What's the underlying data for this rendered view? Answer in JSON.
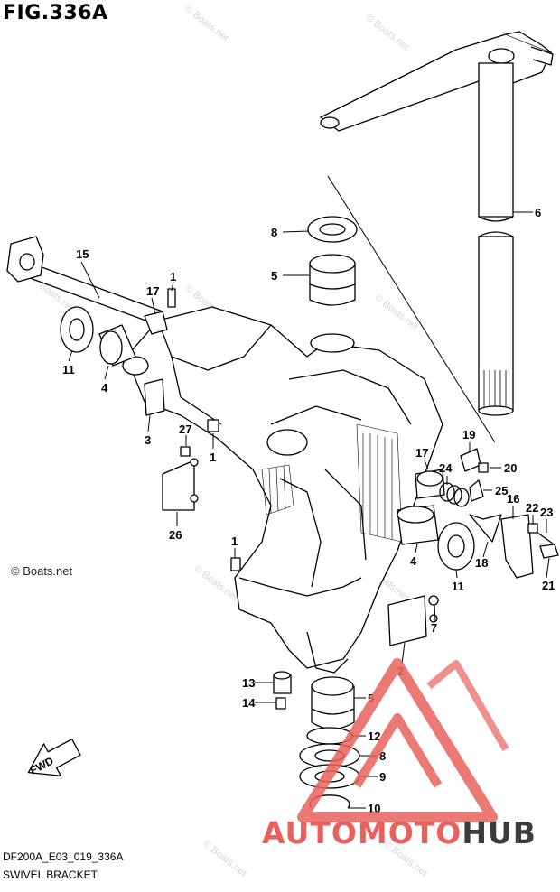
{
  "figure": {
    "title": "FIG.336A",
    "code": "DF200A_E03_019_336A",
    "caption": "SWIVEL BRACKET"
  },
  "watermark": {
    "main": "© Boats.net",
    "tile": "© Boats.net"
  },
  "logo": {
    "part1": "AUTOMOTO",
    "part2": "HUB",
    "color_primary": "#e8615c",
    "color_dark": "#3c3c3c"
  },
  "callouts": [
    "15",
    "1",
    "17",
    "11",
    "4",
    "3",
    "27",
    "1",
    "26",
    "1",
    "8",
    "5",
    "6",
    "19",
    "20",
    "17",
    "24",
    "25",
    "16",
    "22",
    "23",
    "18",
    "21",
    "4",
    "11",
    "7",
    "2",
    "13",
    "14",
    "5",
    "12",
    "8",
    "9",
    "10"
  ],
  "fwd_label": "FWD"
}
